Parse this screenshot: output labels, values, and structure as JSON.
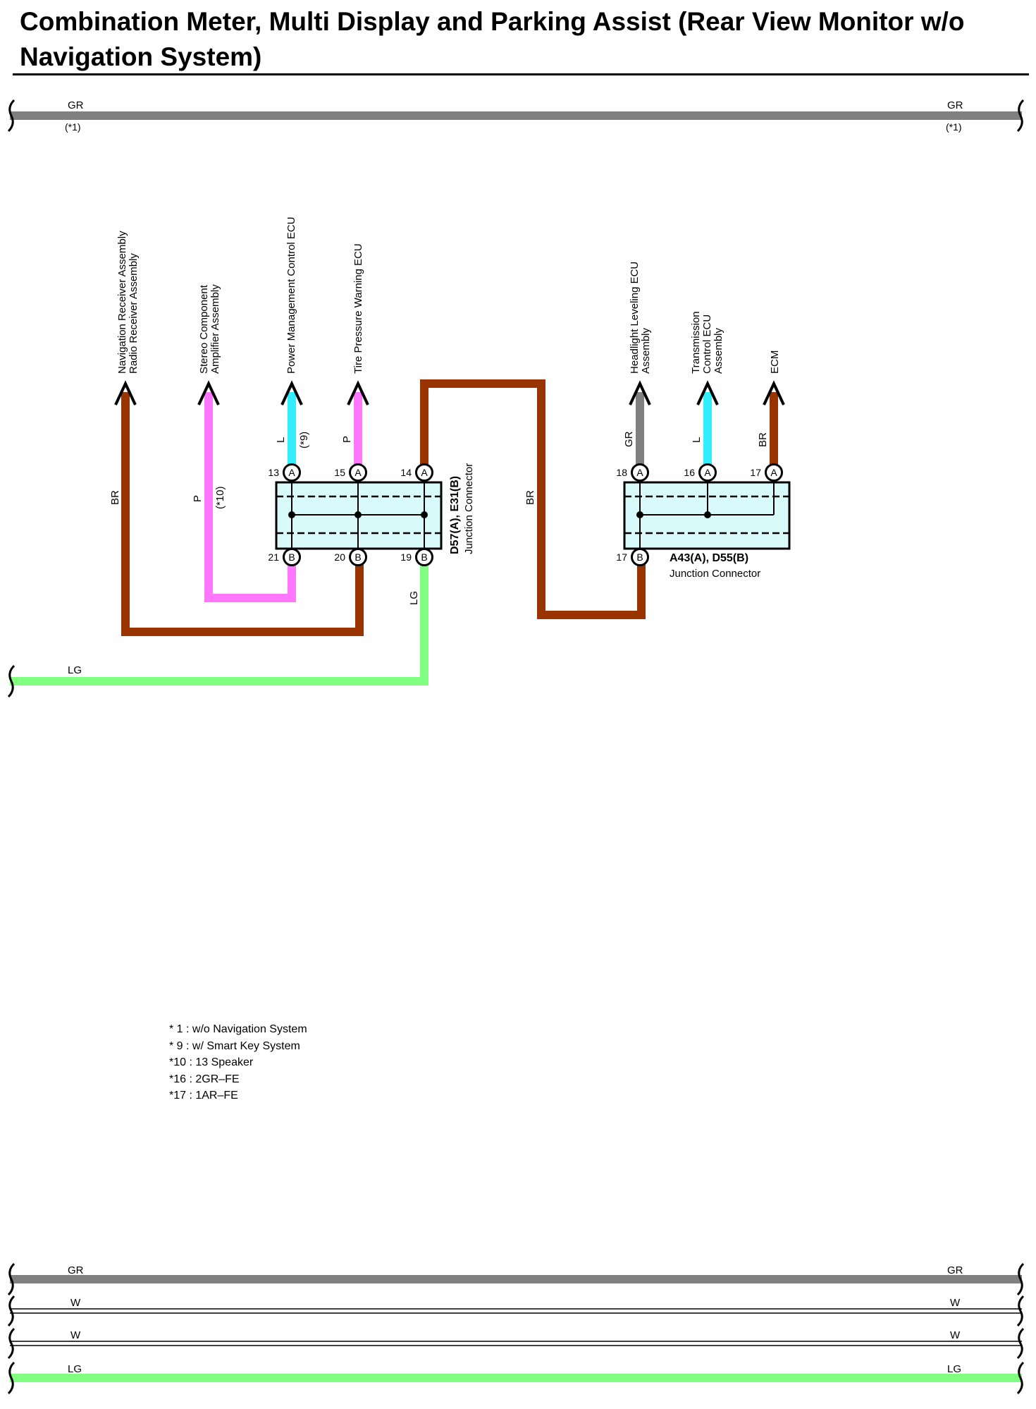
{
  "title": "Combination Meter, Multi Display and Parking Assist (Rear View Monitor w/o Navigation System)",
  "colors": {
    "GR": "#808080",
    "BR": "#993300",
    "P": "#ff77ff",
    "L": "#33eeff",
    "LG": "#80ff80",
    "W": "#ffffff",
    "box": "#d9fafa"
  },
  "top_bus": {
    "left_label": "GR",
    "left_note": "(*1)",
    "right_label": "GR",
    "right_note": "(*1)"
  },
  "ecus": {
    "nav_radio_1": "Navigation Receiver Assembly",
    "nav_radio_2": "Radio Receiver Assembly",
    "stereo_1": "Stereo Component",
    "stereo_2": "Amplifier Assembly",
    "power_mgmt": "Power Management Control ECU",
    "tire_pressure": "Tire Pressure Warning ECU",
    "headlight_1": "Headlight Leveling ECU",
    "headlight_2": "Assembly",
    "transmission_1": "Transmission",
    "transmission_2": "Control ECU",
    "transmission_3": "Assembly",
    "ecm": "ECM"
  },
  "wire_labels": {
    "nav_br": "BR",
    "stereo_p": "P",
    "stereo_note": "(*10)",
    "power_l": "L",
    "power_note": "(*9)",
    "tire_p": "P",
    "bridge_br": "BR",
    "lg_drop": "LG",
    "lg_bus": "LG",
    "head_gr": "GR",
    "trans_l": "L",
    "ecm_br": "BR"
  },
  "connector1": {
    "name": "D57(A), E31(B)",
    "type": "Junction Connector",
    "pins": [
      {
        "num": "13",
        "side": "A"
      },
      {
        "num": "15",
        "side": "A"
      },
      {
        "num": "14",
        "side": "A"
      },
      {
        "num": "21",
        "side": "B"
      },
      {
        "num": "20",
        "side": "B"
      },
      {
        "num": "19",
        "side": "B"
      }
    ]
  },
  "connector2": {
    "name": "A43(A), D55(B)",
    "type": "Junction Connector",
    "pins": [
      {
        "num": "18",
        "side": "A"
      },
      {
        "num": "16",
        "side": "A"
      },
      {
        "num": "17",
        "side": "A"
      },
      {
        "num": "17",
        "side": "B"
      }
    ]
  },
  "notes": [
    "* 1 : w/o Navigation System",
    "* 9 : w/ Smart Key System",
    "*10 : 13 Speaker",
    "*16 : 2GR–FE",
    "*17 : 1AR–FE"
  ],
  "bottom_buses": [
    {
      "label_left": "GR",
      "label_right": "GR"
    },
    {
      "label_left": "W",
      "label_right": "W"
    },
    {
      "label_left": "W",
      "label_right": "W"
    },
    {
      "label_left": "LG",
      "label_right": "LG"
    }
  ]
}
